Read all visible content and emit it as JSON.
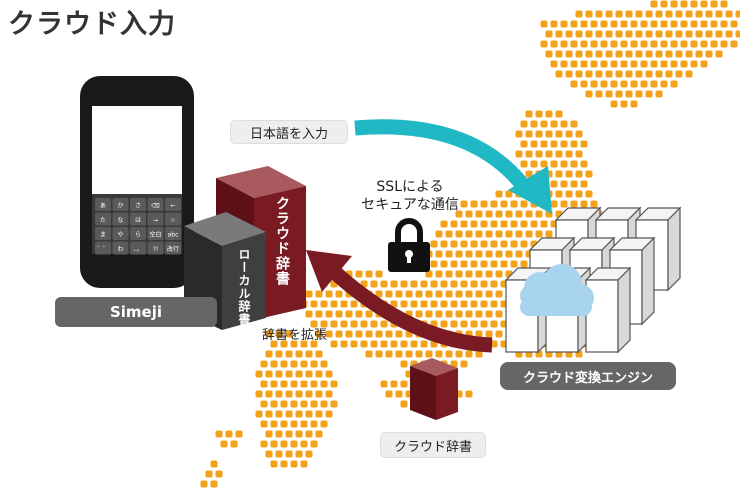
{
  "title": "クラウド入力",
  "app_label": "Simeji",
  "arrows": {
    "input_label": "日本語を入力",
    "extend_label": "辞書を拡張"
  },
  "security": {
    "line1": "SSLによる",
    "line2": "セキュアな通信",
    "icon": "lock-icon"
  },
  "books": {
    "cloud_dictionary": "クラウド辞書",
    "local_dictionary": "ローカル辞書"
  },
  "engine_label": "クラウド変換エンジン",
  "cloud_dictionary_label": "クラウド辞書",
  "keypad_keys": [
    "あ",
    "か",
    "さ",
    "⌫",
    "←",
    "た",
    "な",
    "は",
    "→",
    "☆",
    "ま",
    "や",
    "ら",
    "空白",
    "abc",
    "゛゜",
    "わ",
    "、。",
    "?!",
    "改行"
  ],
  "colors": {
    "map": "#f5a21b",
    "input_arrow": "#1fb8c4",
    "extend_arrow": "#7a1b23",
    "book_red": "#7a1b23",
    "book_dark": "#3f3f3f",
    "pill": "#666666",
    "cloud": "#a9d4ef"
  }
}
